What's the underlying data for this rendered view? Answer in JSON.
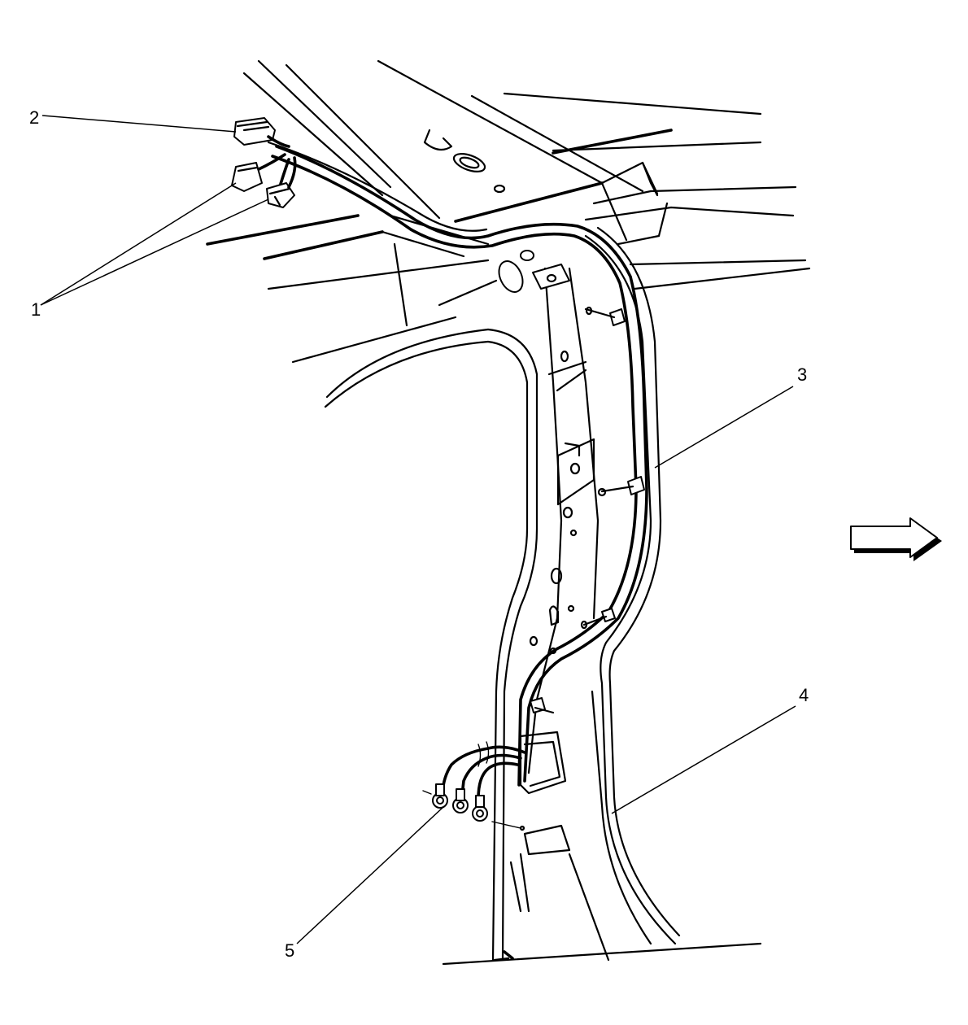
{
  "diagram": {
    "callouts": [
      {
        "id": "1",
        "label": "1"
      },
      {
        "id": "2",
        "label": "2"
      },
      {
        "id": "3",
        "label": "3"
      },
      {
        "id": "4",
        "label": "4"
      },
      {
        "id": "5",
        "label": "5"
      }
    ],
    "direction_arrow": "front-arrow-icon"
  }
}
